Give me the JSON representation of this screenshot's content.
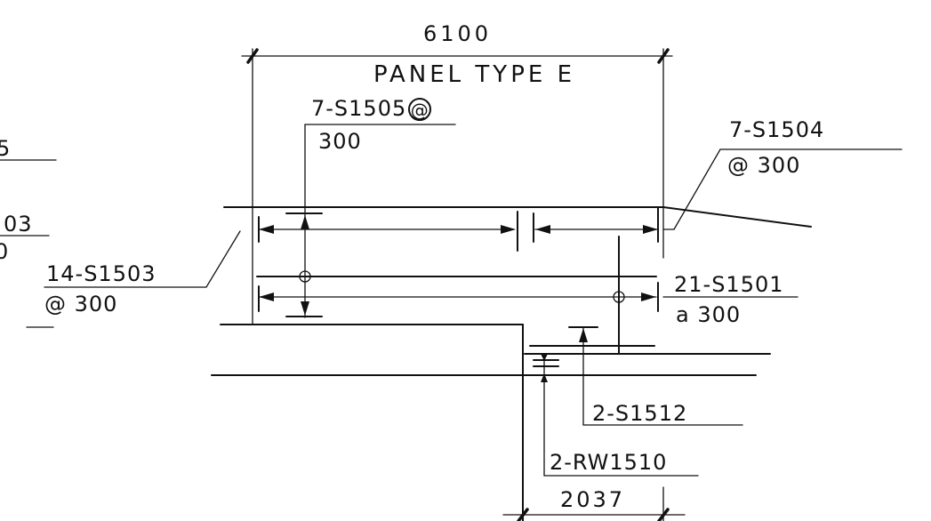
{
  "dimensions": {
    "top": "6100",
    "bottom": "2037"
  },
  "title": "PANEL TYPE E",
  "labels": {
    "top_left_call_line1": "7-S1505",
    "top_left_call_at": "@",
    "top_left_call_line2": "300",
    "top_right_call_line1": "7-S1504",
    "top_right_call_line2": "@ 300",
    "left_call_line1": "14-S1503",
    "left_call_line2": "@ 300",
    "right_call_line1": "21-S1501",
    "right_call_line2": "a 300",
    "lower_call_1": "2-S1512",
    "lower_call_2": "2-RW1510",
    "edge_top_fragment": "5",
    "edge_mid_fragment_1": "03",
    "edge_mid_fragment_2": "0"
  }
}
